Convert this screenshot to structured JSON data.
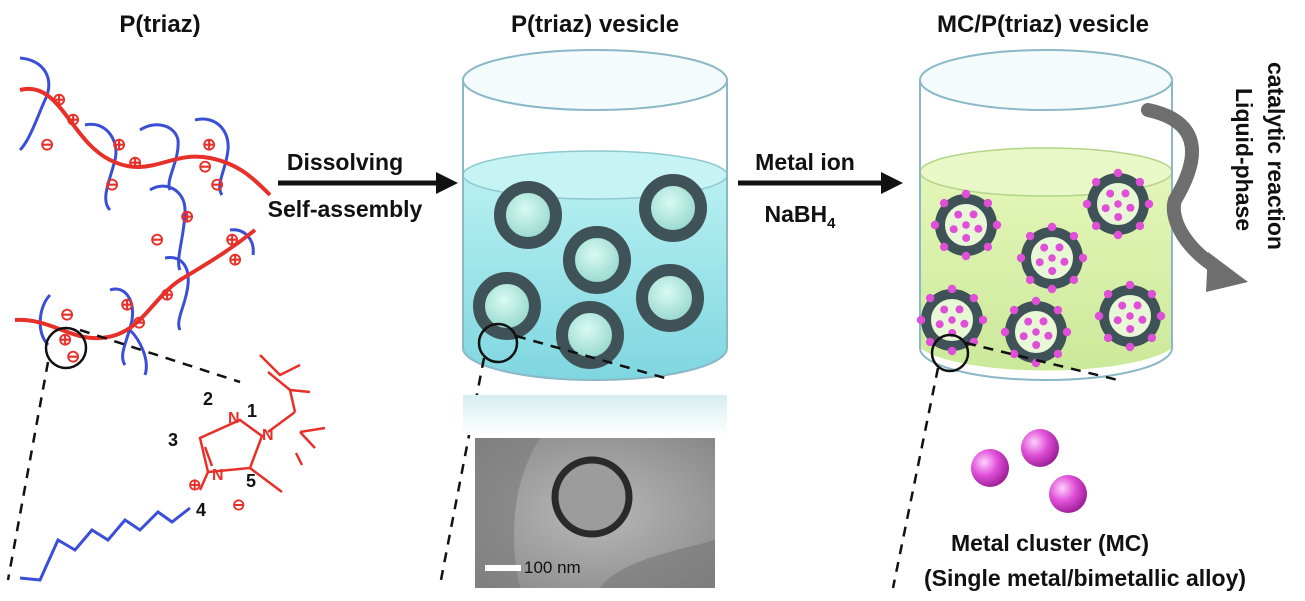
{
  "titles": {
    "left": "P(triaz)",
    "middle": "P(triaz) vesicle",
    "right": "MC/P(triaz) vesicle"
  },
  "arrow1": {
    "top": "Dissolving",
    "bottom": "Self-assembly"
  },
  "arrow2": {
    "top": "Metal ion",
    "bottom_main": "NaBH",
    "bottom_sub": "4"
  },
  "side_reaction": {
    "line1": "Liquid-phase",
    "line2": "catalytic reaction"
  },
  "tem": {
    "scale_label": "100 nm"
  },
  "ring_numbers": [
    "1",
    "2",
    "3",
    "4",
    "5"
  ],
  "charge_symbols": {
    "positive": "⊕",
    "negative": "⊖"
  },
  "cluster_caption": {
    "line1": "Metal cluster (MC)",
    "line2": "(Single metal/bimetallic alloy)"
  },
  "colors": {
    "polymer_backbone": "#e8302a",
    "side_chain": "#3a4fd6",
    "vesicle_shell": "#3f5257",
    "water_blue": "#8fe0e6",
    "water_green": "#d6f0a8",
    "metal_cluster": "#e04fd8"
  }
}
